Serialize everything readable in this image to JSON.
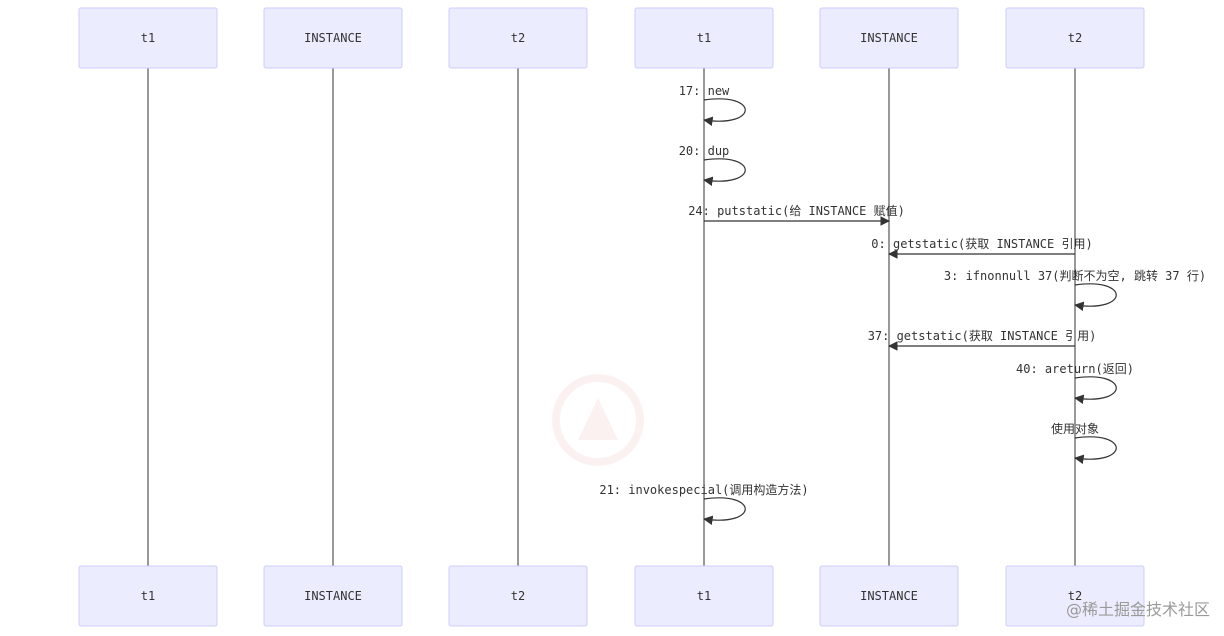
{
  "participants": [
    {
      "id": "t1a",
      "label": "t1"
    },
    {
      "id": "insta",
      "label": "INSTANCE"
    },
    {
      "id": "t2a",
      "label": "t2"
    },
    {
      "id": "t1b",
      "label": "t1"
    },
    {
      "id": "instb",
      "label": "INSTANCE"
    },
    {
      "id": "t2b",
      "label": "t2"
    }
  ],
  "messages": [
    {
      "from": 3,
      "to": 3,
      "label": "17: new"
    },
    {
      "from": 3,
      "to": 3,
      "label": "20: dup"
    },
    {
      "from": 3,
      "to": 4,
      "label": "24: putstatic(给 INSTANCE 赋值)"
    },
    {
      "from": 5,
      "to": 4,
      "label": "0: getstatic(获取 INSTANCE 引用)"
    },
    {
      "from": 5,
      "to": 5,
      "label": "3: ifnonnull 37(判断不为空, 跳转 37 行)"
    },
    {
      "from": 5,
      "to": 4,
      "label": "37: getstatic(获取 INSTANCE 引用)"
    },
    {
      "from": 5,
      "to": 5,
      "label": "40: areturn(返回)"
    },
    {
      "from": 5,
      "to": 5,
      "label": "使用对象"
    },
    {
      "from": 3,
      "to": 3,
      "label": "21: invokespecial(调用构造方法)"
    }
  ],
  "watermark": {
    "footer": "@稀土掘金技术社区"
  },
  "colors": {
    "actor_fill": "#ECECFF",
    "actor_stroke": "#CCCCFF",
    "line": "#333333"
  }
}
